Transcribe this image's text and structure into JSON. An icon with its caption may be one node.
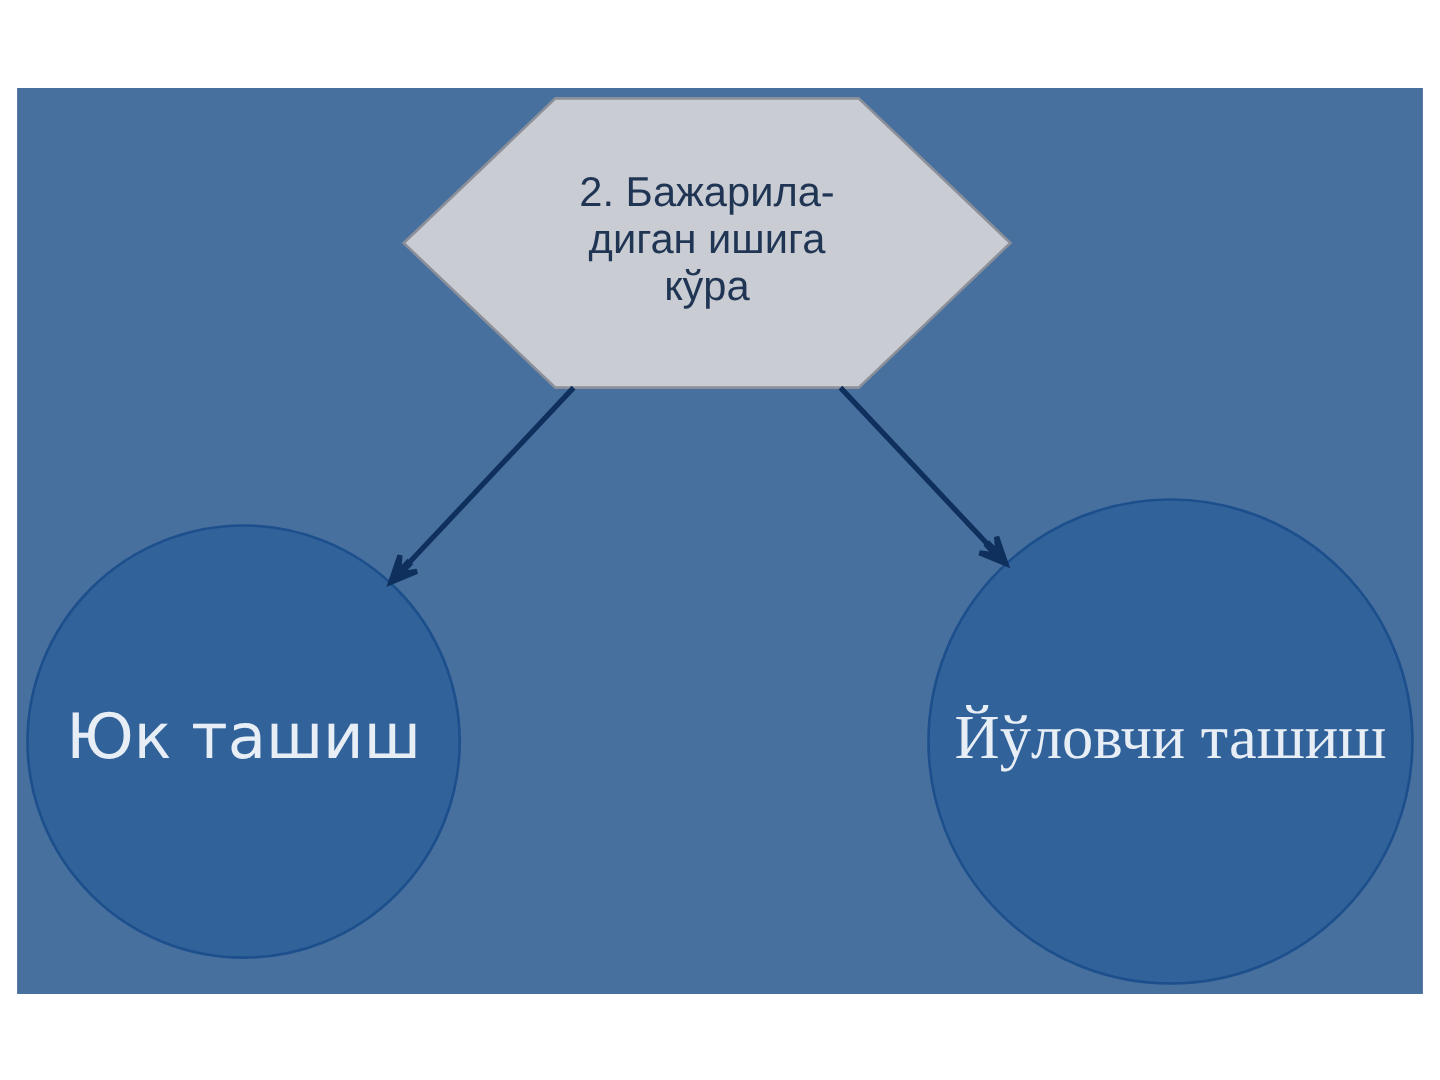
{
  "diagram": {
    "nodes": [
      {
        "text": [
          "2. Бажарила- диган ишига кўра"
        ]
      },
      {
        "text": [
          "Юк ташиш"
        ]
      },
      {
        "text": [
          "Йўловчи ташиш"
        ]
      }
    ],
    "edges": [
      {
        "from": 0,
        "to": 1,
        "arrow": "to"
      },
      {
        "from": 0,
        "to": 2,
        "arrow": "to"
      }
    ]
  }
}
